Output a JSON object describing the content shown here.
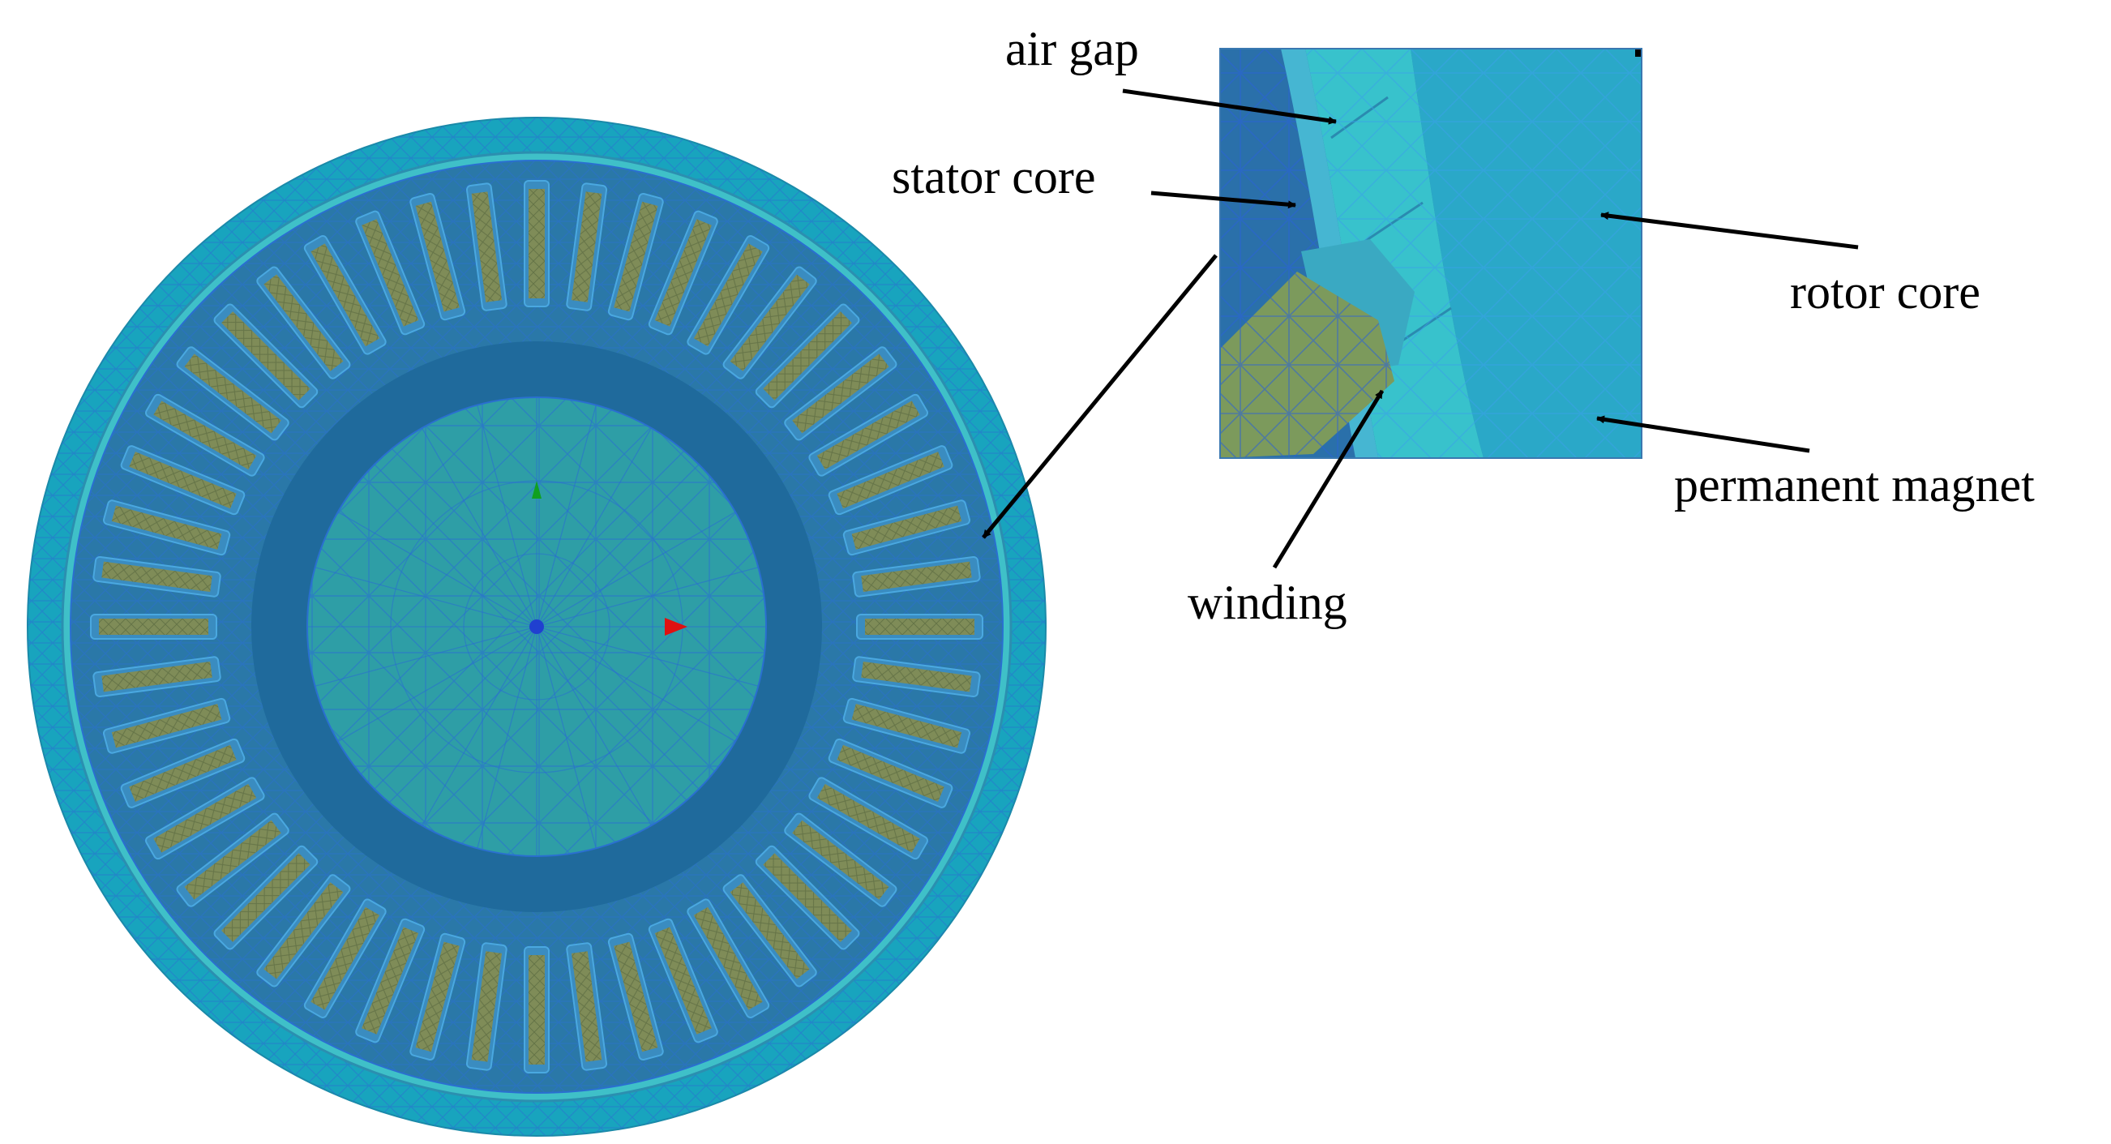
{
  "labels": {
    "air_gap": "air gap",
    "stator_core": "stator core",
    "rotor_core": "rotor core",
    "permanent_magnet": "permanent magnet",
    "winding": "winding"
  },
  "colors": {
    "outer_ring": "#18a4be",
    "stator_core": "#2a78a8",
    "stator_core_dark": "#1f6a9c",
    "rotor_core": "#2e9ea6",
    "winding": "#7f8c58",
    "mesh_line": "#2a6fd0",
    "air_gap": "#3fc0c8",
    "magnet": "#30b2c2",
    "axis_x": "#e01010",
    "axis_y": "#10a020",
    "axis_z": "#2040d0",
    "arrow": "#000000"
  },
  "slot_count": 48
}
